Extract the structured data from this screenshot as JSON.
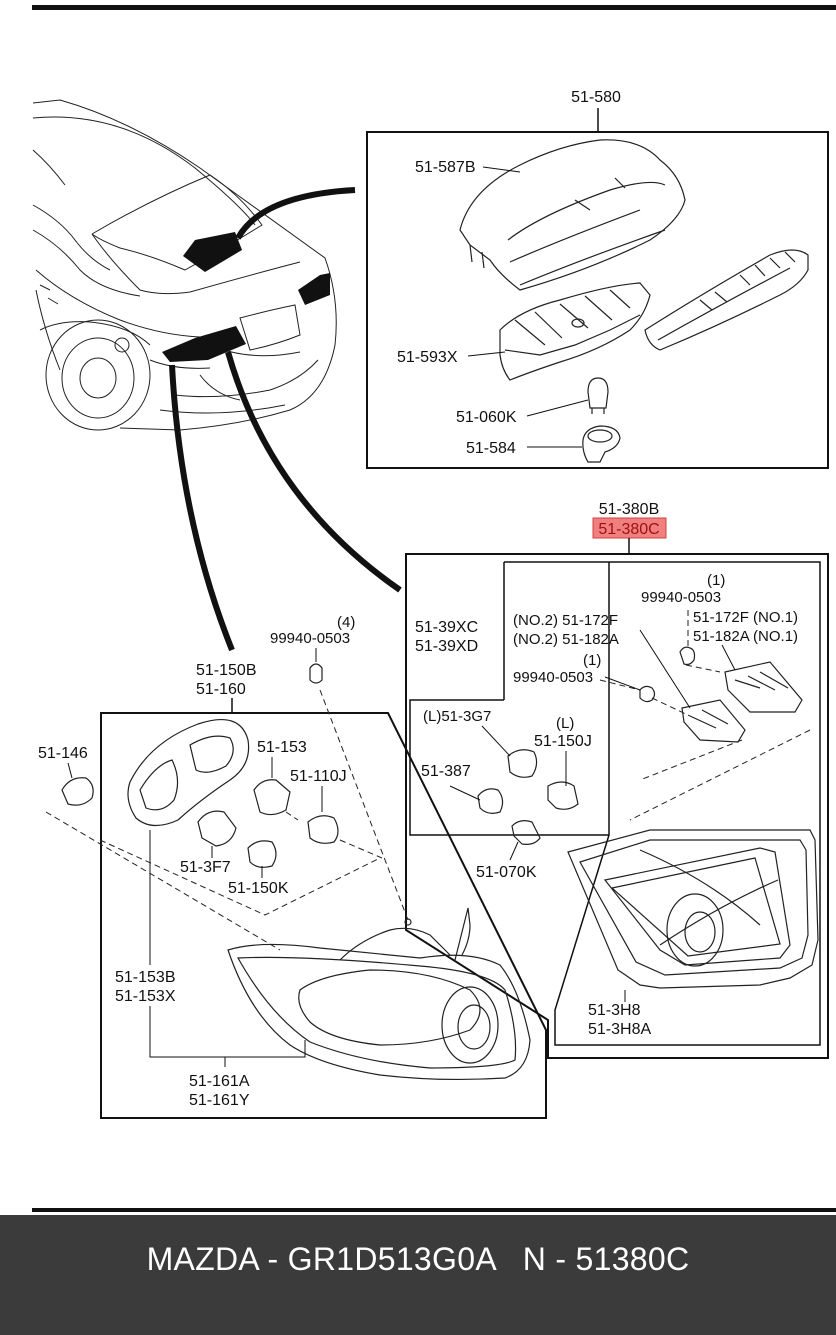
{
  "diagram": {
    "stop_lamp_assembly": {
      "part": "51-580"
    },
    "tail_lamp_assembly": {
      "parts": [
        "51-380B",
        "51-380C"
      ],
      "highlighted_part": "51-380C",
      "highlight_color": "#f08080"
    },
    "labels": [
      {
        "id": "51-587b",
        "text": "51-587B"
      },
      {
        "id": "51-593x",
        "text": "51-593X"
      },
      {
        "id": "51-060k",
        "text": "51-060K"
      },
      {
        "id": "51-584",
        "text": "51-584"
      },
      {
        "id": "51-39xc",
        "text": "51-39XC"
      },
      {
        "id": "51-39xd",
        "text": "51-39XD"
      },
      {
        "id": "no2-51-172f",
        "text": "(NO.2) 51-172F"
      },
      {
        "id": "no2-51-182a",
        "text": "(NO.2) 51-182A"
      },
      {
        "id": "qty-1-a",
        "text": "(1)"
      },
      {
        "id": "99940-0503-a",
        "text": "99940-0503"
      },
      {
        "id": "51-172f-no1",
        "text": "51-172F (NO.1)"
      },
      {
        "id": "51-182a-no1",
        "text": "51-182A (NO.1)"
      },
      {
        "id": "qty-1-b",
        "text": "(1)"
      },
      {
        "id": "99940-0503-b",
        "text": "99940-0503"
      },
      {
        "id": "l-51-3g7",
        "text": "(L)51-3G7"
      },
      {
        "id": "l-mark",
        "text": "(L)"
      },
      {
        "id": "51-150j",
        "text": "51-150J"
      },
      {
        "id": "51-387",
        "text": "51-387"
      },
      {
        "id": "51-070k",
        "text": "51-070K"
      },
      {
        "id": "51-3h8",
        "text": "51-3H8"
      },
      {
        "id": "51-3h8a",
        "text": "51-3H8A"
      },
      {
        "id": "qty-4",
        "text": "(4)"
      },
      {
        "id": "99940-0503-c",
        "text": "99940-0503"
      },
      {
        "id": "51-150b",
        "text": "51-150B"
      },
      {
        "id": "51-160",
        "text": "51-160"
      },
      {
        "id": "51-146",
        "text": "51-146"
      },
      {
        "id": "51-153",
        "text": "51-153"
      },
      {
        "id": "51-110j",
        "text": "51-110J"
      },
      {
        "id": "51-3f7",
        "text": "51-3F7"
      },
      {
        "id": "51-150k",
        "text": "51-150K"
      },
      {
        "id": "51-153b",
        "text": "51-153B"
      },
      {
        "id": "51-153x",
        "text": "51-153X"
      },
      {
        "id": "51-161a",
        "text": "51-161A"
      },
      {
        "id": "51-161y",
        "text": "51-161Y"
      }
    ]
  },
  "footer": {
    "caption": "MAZDA - GR1D513G0A   N - 51380C"
  }
}
